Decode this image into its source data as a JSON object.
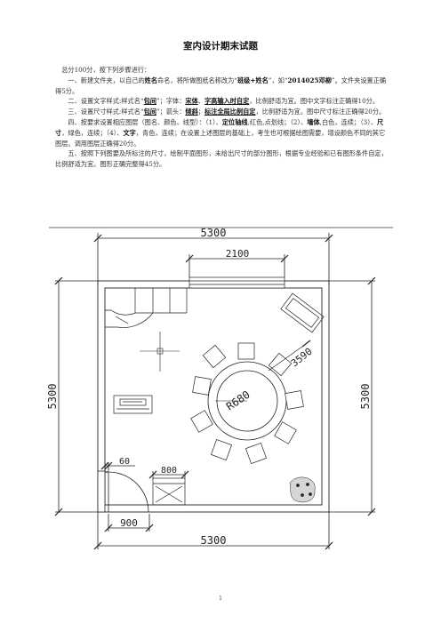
{
  "title": "室内设计期末试题",
  "instructions": {
    "intro": "总分100分，按下列步骤进行：",
    "step1": {
      "a": "一、新建文件夹，以自己的",
      "b": "姓名",
      "c": "命名，将所做图纸名称改为“",
      "d": "班级+姓名",
      "e": "”，如“",
      "f": "2014025邓柳",
      "g": "”。文件夹设置正确得5分。"
    },
    "step2": {
      "a": "二、设置文字样式:样式名“",
      "b": "包间",
      "c": "”；字体：",
      "d": "宋体",
      "e": "、",
      "f": "字高输入时自定",
      "g": "，比例舒适为宜。图中文字标注正确得10分。"
    },
    "step3": {
      "a": "三、设置尺寸样式:样式名“",
      "b": "包间",
      "c": "”；箭头：",
      "d": "倾斜",
      "e": "；",
      "f": "标注全局比例自定",
      "g": "，比例舒适为宜。图中尺寸标注正确得20分。"
    },
    "step4": {
      "a": "四、按要求设置相应图层（图名、颜色、线型）：（1）、",
      "b": "定位轴线",
      "c": ",红色,点划线；（2）、",
      "d": "墙体",
      "e": ",白色，连续；（3）、",
      "f": "尺寸",
      "g": "，绿色，连续；（4）、",
      "h": "文字",
      "i": "，青色，连续；在设置上述图层的基础上，考生也可根据绘图需要，增设颜色不同的其它图层。调用图层正确得20分。"
    },
    "step5": "五、按照下列图要及所标注的尺寸，绘制平面图形，未给出尺寸的部分图形，根据专业经验和已有图形条件自定，比例舒适为宜。图形正确完整得45分。"
  },
  "drawing": {
    "dim_top_total": "5300",
    "dim_top_window": "2100",
    "dim_left": "5300",
    "dim_right": "5300",
    "dim_bottom_total": "5300",
    "dim_door_width": "900",
    "dim_door_wall": "60",
    "dim_cabinet": "800",
    "dim_table_diameter": "3590",
    "dim_table_radius": "R680"
  },
  "page_number": "1"
}
